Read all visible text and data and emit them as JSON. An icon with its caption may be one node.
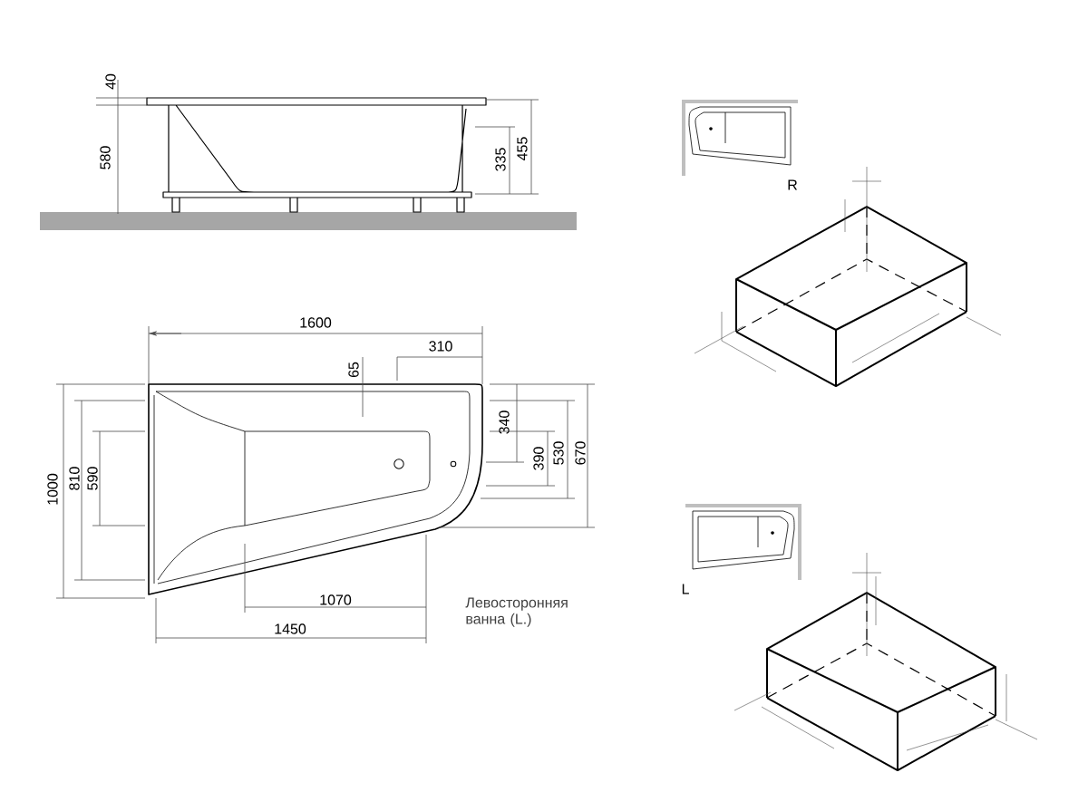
{
  "diagram": {
    "labels": [
      "40",
      "580",
      "335",
      "455",
      "R",
      "1600",
      "310",
      "65",
      "340",
      "1000",
      "810",
      "590",
      "390",
      "530",
      "670",
      "1070",
      "Левосторонняя ванна (L.)",
      "1450",
      "L"
    ]
  }
}
